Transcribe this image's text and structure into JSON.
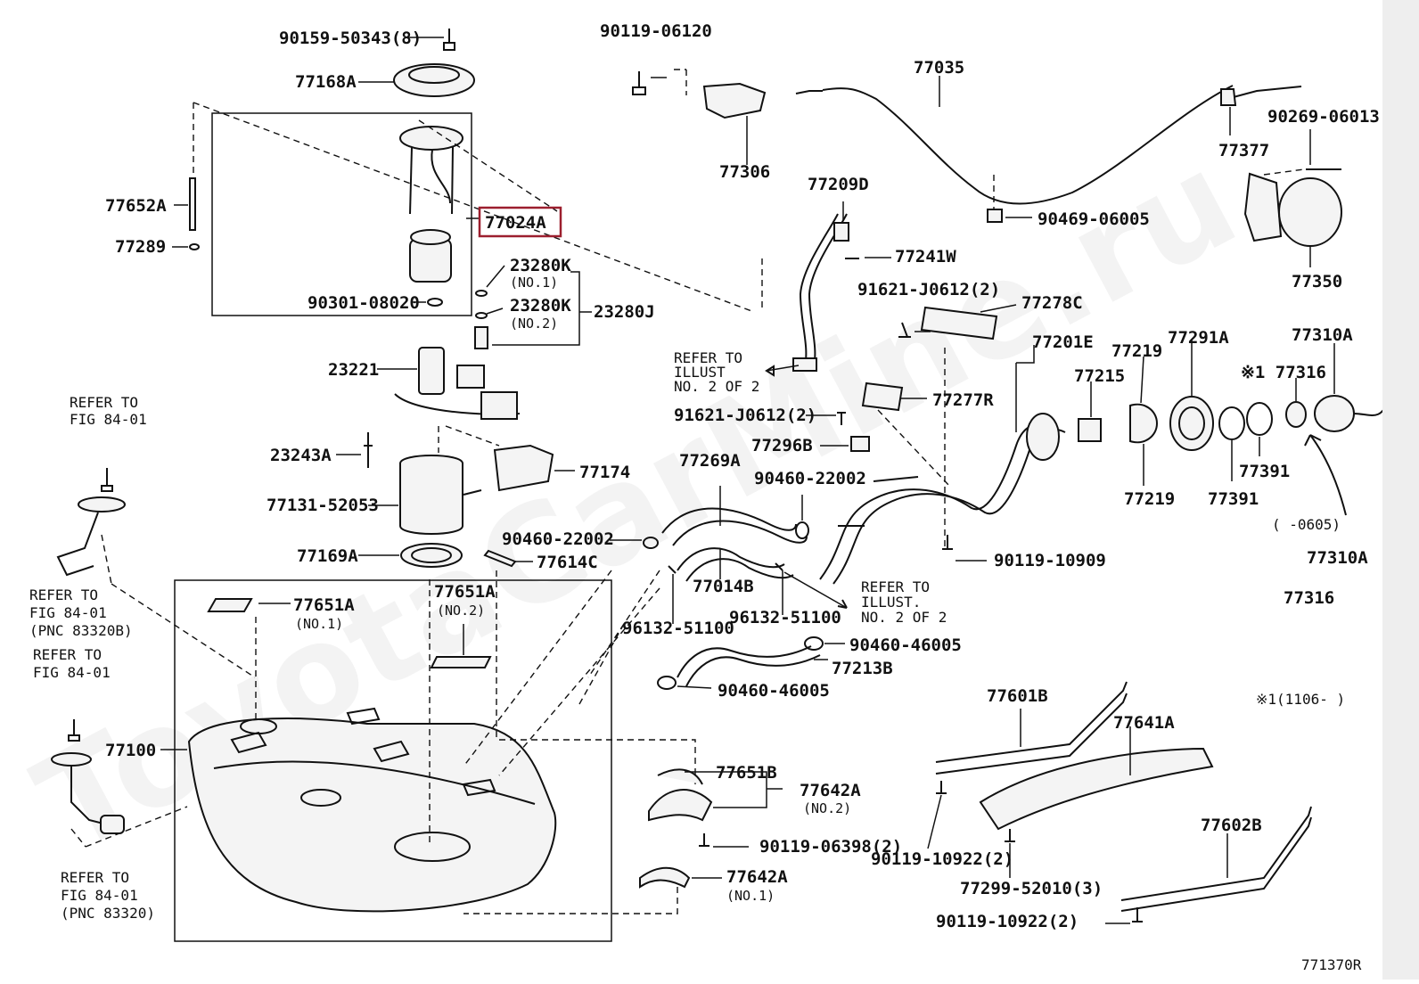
{
  "diagram": {
    "watermark": "ToyotaCarMine.ru",
    "figure_code": "771370R",
    "highlight_color": "#9c1f2e",
    "labels": {
      "p90159": "90159-50343(8)",
      "p77168A": "77168A",
      "p77652A": "77652A",
      "p77289": "77289",
      "p77024A": "77024A",
      "p23280K_1": "23280K",
      "no1_a": "(NO.1)",
      "p23280K_2": "23280K",
      "no2_a": "(NO.2)",
      "p23280J": "23280J",
      "p90301": "90301-08020",
      "p23221": "23221",
      "p23243A": "23243A",
      "p77174": "77174",
      "p77131": "77131-52053",
      "p77169A": "77169A",
      "p77614C": "77614C",
      "p77651A_1": "77651A",
      "no1_b": "(NO.1)",
      "p77651A_2": "77651A",
      "no2_b": "(NO.2)",
      "p77100": "77100",
      "p90119_06120": "90119-06120",
      "p77306": "77306",
      "p77035": "77035",
      "p90469": "90469-06005",
      "p77377": "77377",
      "p90269": "90269-06013(2)",
      "p77350": "77350",
      "p77209D": "77209D",
      "p77241W": "77241W",
      "p91621_a": "91621-J0612(2)",
      "p77278C": "77278C",
      "p91621_b": "91621-J0612(2)",
      "p77277R": "77277R",
      "p77296B": "77296B",
      "p90460_22002_a": "90460-22002",
      "p77269A": "77269A",
      "p90460_22002_b": "90460-22002",
      "p77014B": "77014B",
      "p96132_a": "96132-51100",
      "p96132_b": "96132-51100",
      "p90460_46005_a": "90460-46005",
      "p77213B": "77213B",
      "p90460_46005_b": "90460-46005",
      "p77201E": "77201E",
      "p77215": "77215",
      "p77219_a": "77219",
      "p77219_b": "77219",
      "p77291A": "77291A",
      "p77310A_a": "77310A",
      "p77316_a": "※1 77316",
      "p77391_a": "77391",
      "p77391_b": "77391",
      "p90119_10909": "90119-10909",
      "range_0605": "(      -0605)",
      "p77310A_b": "77310A",
      "p77316_b": "77316",
      "note_1106": "※1(1106-      )",
      "p77601B": "77601B",
      "p77641A": "77641A",
      "p90119_10922_a": "90119-10922(2)",
      "p77299": "77299-52010(3)",
      "p77602B": "77602B",
      "p90119_10922_b": "90119-10922(2)",
      "p77651B": "77651B",
      "p77642A_1": "77642A",
      "no2_c": "(NO.2)",
      "p90119_06398": "90119-06398(2)",
      "p77642A_2": "77642A",
      "no1_c": "(NO.1)"
    },
    "refer": {
      "illust_a_1": "REFER TO",
      "illust_a_2": "ILLUST",
      "illust_a_3": "NO. 2 OF 2",
      "illust_b_1": "REFER TO",
      "illust_b_2": "ILLUST.",
      "illust_b_3": "NO. 2 OF 2",
      "fig_a_1": "REFER TO",
      "fig_a_2": "FIG 84-01",
      "fig_b_1": "REFER TO",
      "fig_b_2": "FIG 84-01",
      "fig_b_3": "(PNC 83320B)",
      "fig_c_1": "REFER TO",
      "fig_c_2": "FIG 84-01",
      "fig_d_1": "REFER TO",
      "fig_d_2": "FIG 84-01",
      "fig_d_3": "(PNC 83320)"
    }
  }
}
